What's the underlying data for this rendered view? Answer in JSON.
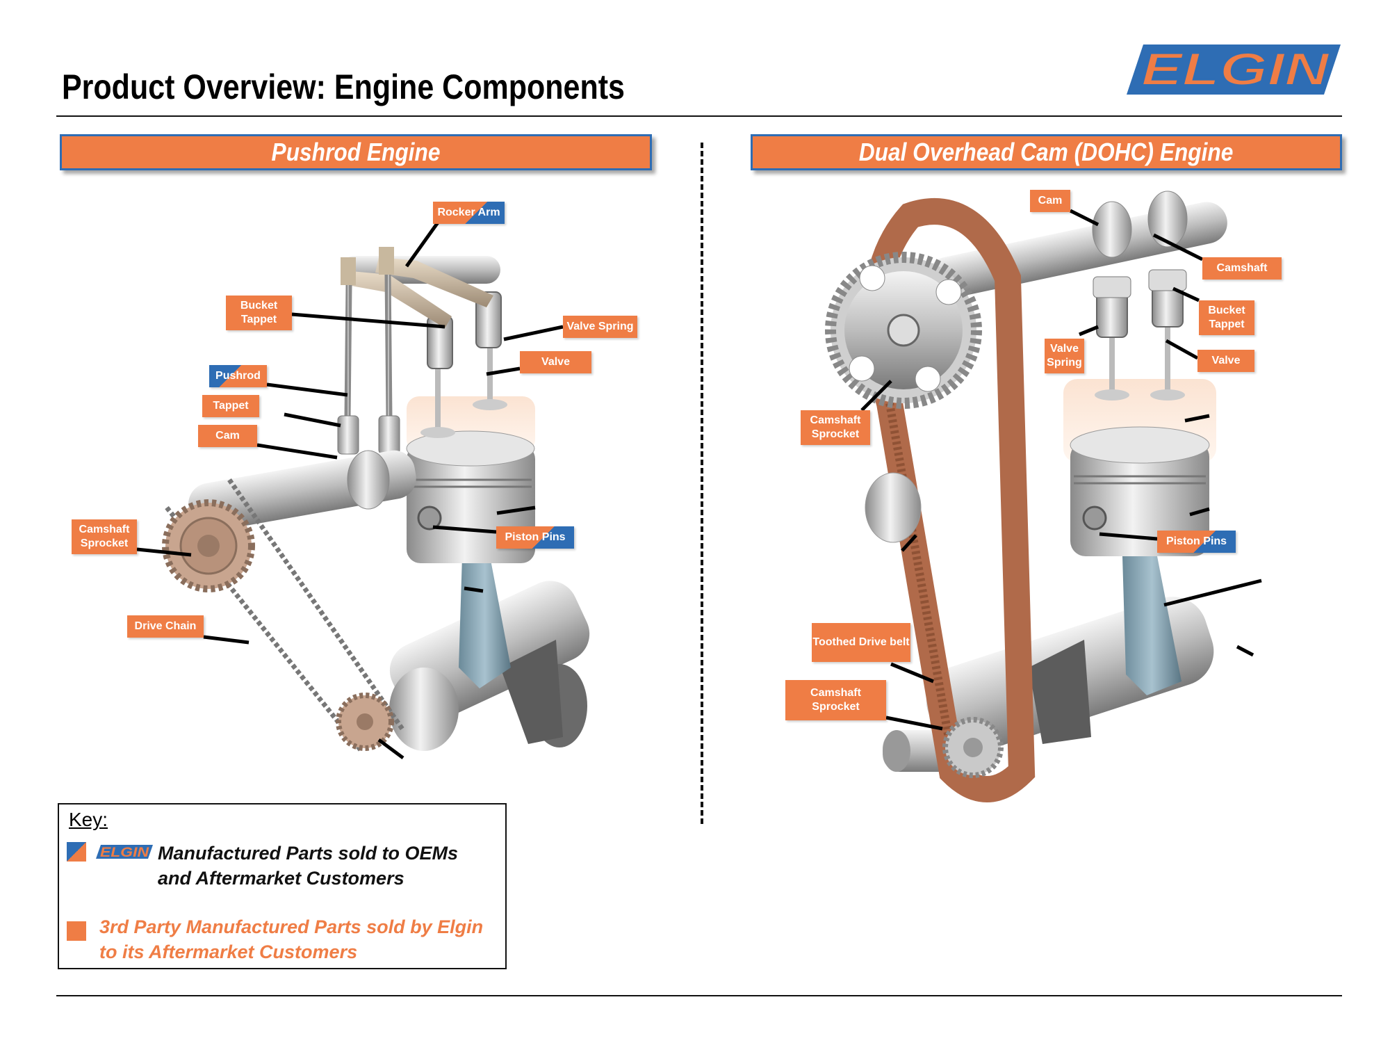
{
  "header": {
    "title": "Product Overview: Engine Components",
    "logo_text": "ELGIN"
  },
  "sections": {
    "left_title": "Pushrod Engine",
    "right_title": "Dual Overhead Cam (DOHC) Engine"
  },
  "pushrod_labels": {
    "rocker_arm": "Rocker Arm",
    "bucket_tappet": "Bucket Tappet",
    "valve_spring": "Valve Spring",
    "valve": "Valve",
    "pushrod": "Pushrod",
    "tappet": "Tappet",
    "cam": "Cam",
    "camshaft_sprocket": "Camshaft Sprocket",
    "piston_pins": "Piston Pins",
    "drive_chain": "Drive Chain"
  },
  "dohc_labels": {
    "cam": "Cam",
    "camshaft": "Camshaft",
    "bucket_tappet": "Bucket Tappet",
    "valve_spring": "Valve Spring",
    "valve": "Valve",
    "camshaft_sprocket_top": "Camshaft Sprocket",
    "piston_pins": "Piston Pins",
    "toothed_drive_belt": "Toothed Drive belt",
    "camshaft_sprocket_bottom": "Camshaft Sprocket"
  },
  "key": {
    "title": "Key:",
    "logo_text": "ELGIN",
    "item1_text": "Manufactured Parts sold to OEMs and Aftermarket Customers",
    "item2_text": "3rd Party Manufactured Parts sold by Elgin to its Aftermarket Customers"
  },
  "colors": {
    "orange": "#ef7d45",
    "blue": "#2e6db4",
    "belt": "#b06a4a"
  }
}
